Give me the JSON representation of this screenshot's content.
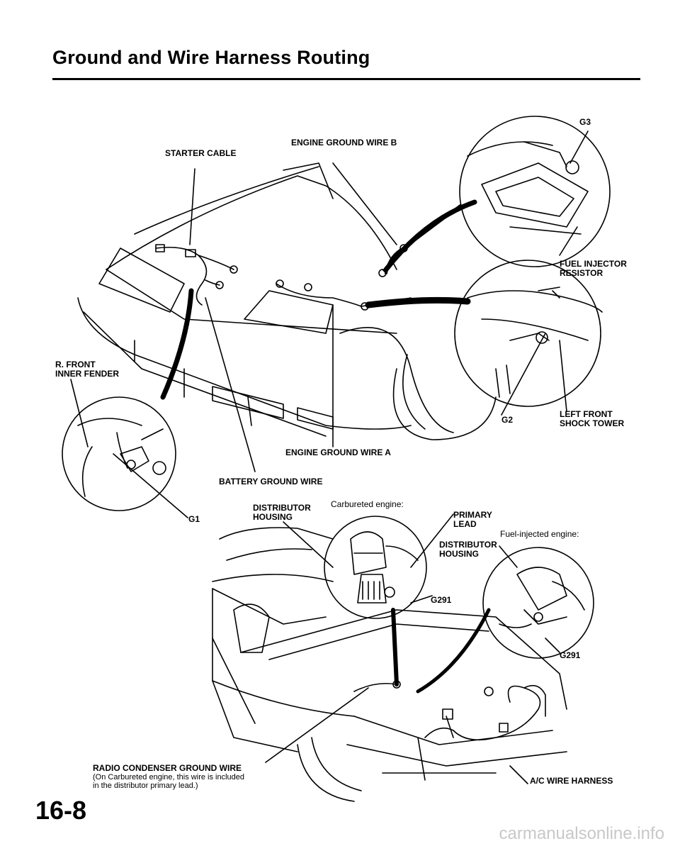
{
  "page": {
    "title": "Ground and Wire Harness Routing",
    "page_number": "16-8",
    "watermark": "carmanualsonline.info"
  },
  "top_figure": {
    "labels": {
      "starter_cable": "STARTER CABLE",
      "engine_ground_wire_b": "ENGINE GROUND WIRE B",
      "g3": "G3",
      "fuel_injector_resistor_1": "FUEL INJECTOR",
      "fuel_injector_resistor_2": "RESISTOR",
      "r_front_inner_fender_1": "R. FRONT",
      "r_front_inner_fender_2": "INNER FENDER",
      "g2": "G2",
      "left_front_shock_tower_1": "LEFT FRONT",
      "left_front_shock_tower_2": "SHOCK TOWER",
      "engine_ground_wire_a": "ENGINE GROUND WIRE A",
      "battery_ground_wire": "BATTERY GROUND WIRE",
      "g1": "G1"
    }
  },
  "bottom_figure": {
    "labels": {
      "carbureted_engine": "Carbureted engine:",
      "distributor_housing_1a": "DISTRIBUTOR",
      "distributor_housing_1b": "HOUSING",
      "primary_lead_1": "PRIMARY",
      "primary_lead_2": "LEAD",
      "fuel_injected_engine": "Fuel-injected engine:",
      "distributor_housing_2a": "DISTRIBUTOR",
      "distributor_housing_2b": "HOUSING",
      "g291_a": "G291",
      "g291_b": "G291",
      "radio_condenser_ground_wire": "RADIO CONDENSER GROUND WIRE",
      "radio_note_1": "(On Carbureted engine, this wire is included",
      "radio_note_2": "in the distributor primary lead.)",
      "ac_wire_harness": "A/C WIRE HARNESS"
    }
  }
}
